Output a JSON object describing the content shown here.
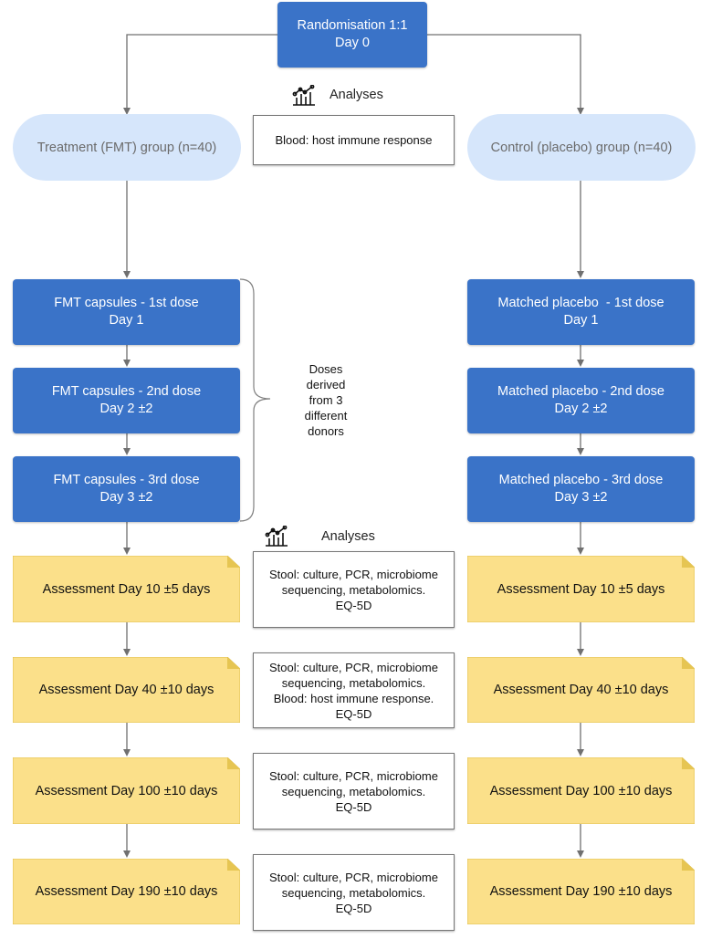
{
  "randomisation": {
    "line1": "Randomisation 1:1",
    "line2": "Day 0"
  },
  "analyses_label": "Analyses",
  "groups": {
    "treatment": "Treatment (FMT) group (n=40)",
    "control": "Control (placebo) group (n=40)"
  },
  "baseline_analysis": "Blood: host immune response",
  "fmt_doses": [
    {
      "line1": "FMT capsules - 1st dose",
      "line2": "Day 1"
    },
    {
      "line1": "FMT capsules - 2nd dose",
      "line2": "Day 2 ±2"
    },
    {
      "line1": "FMT capsules - 3rd dose",
      "line2": "Day 3 ±2"
    }
  ],
  "placebo_doses": [
    {
      "line1": "Matched placebo  - 1st dose",
      "line2": "Day 1"
    },
    {
      "line1": "Matched placebo - 2nd dose",
      "line2": "Day 2 ±2"
    },
    {
      "line1": "Matched placebo - 3rd dose",
      "line2": "Day 3 ±2"
    }
  ],
  "doses_note": [
    "Doses",
    "derived",
    "from 3",
    "different",
    "donors"
  ],
  "assessments": [
    "Assessment Day 10 ±5 days",
    "Assessment Day 40 ±10 days",
    "Assessment Day 100 ±10 days",
    "Assessment Day 190 ±10 days"
  ],
  "assessment_analyses": [
    [
      "Stool: culture, PCR, microbiome",
      "sequencing, metabolomics.",
      "EQ-5D"
    ],
    [
      "Stool: culture, PCR, microbiome",
      "sequencing, metabolomics.",
      "Blood: host immune response.",
      "EQ-5D"
    ],
    [
      "Stool: culture, PCR, microbiome",
      "sequencing, metabolomics.",
      "EQ-5D"
    ],
    [
      "Stool: culture, PCR, microbiome",
      "sequencing, metabolomics.",
      "EQ-5D"
    ]
  ],
  "colors": {
    "dose_box": "#3a73c8",
    "group_oval": "#d6e6fb",
    "assessment_note": "#fbe08a",
    "assessment_fold": "#e6c552",
    "connector": "#707070"
  },
  "icons": {
    "analyses": "chart-icon"
  }
}
